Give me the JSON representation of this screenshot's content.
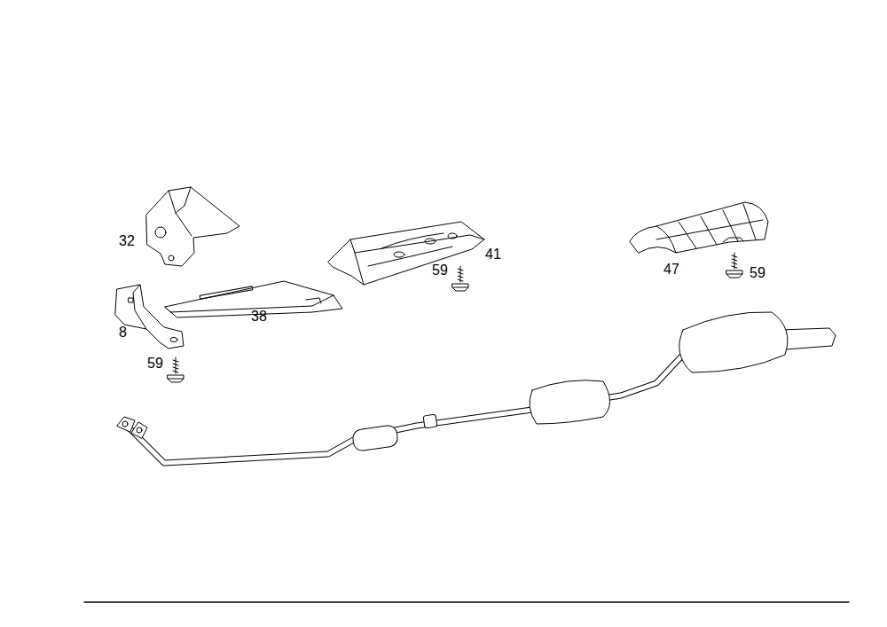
{
  "diagram": {
    "labels": [
      "32",
      "41",
      "47",
      "59",
      "59",
      "38",
      "8",
      "59"
    ]
  }
}
